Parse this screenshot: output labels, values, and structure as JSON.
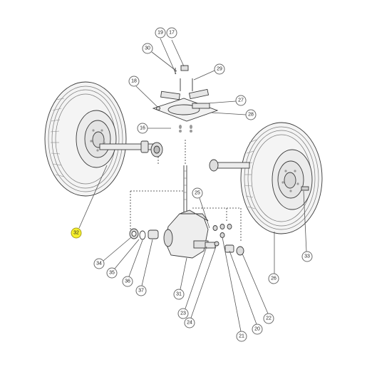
{
  "highlight_color": "#f6f02a",
  "callouts": {
    "c17": "17",
    "c19": "19",
    "c30": "30",
    "c29": "29",
    "c18": "18",
    "c27": "27",
    "c28": "28",
    "c16": "16",
    "c32": "32",
    "c25": "25",
    "c33": "33",
    "c34": "34",
    "c35": "35",
    "c36": "36",
    "c37": "37",
    "c31": "31",
    "c23": "23",
    "c24": "24",
    "c21": "21",
    "c20": "20",
    "c22": "22",
    "c26": "26"
  },
  "highlighted_callout": "32"
}
